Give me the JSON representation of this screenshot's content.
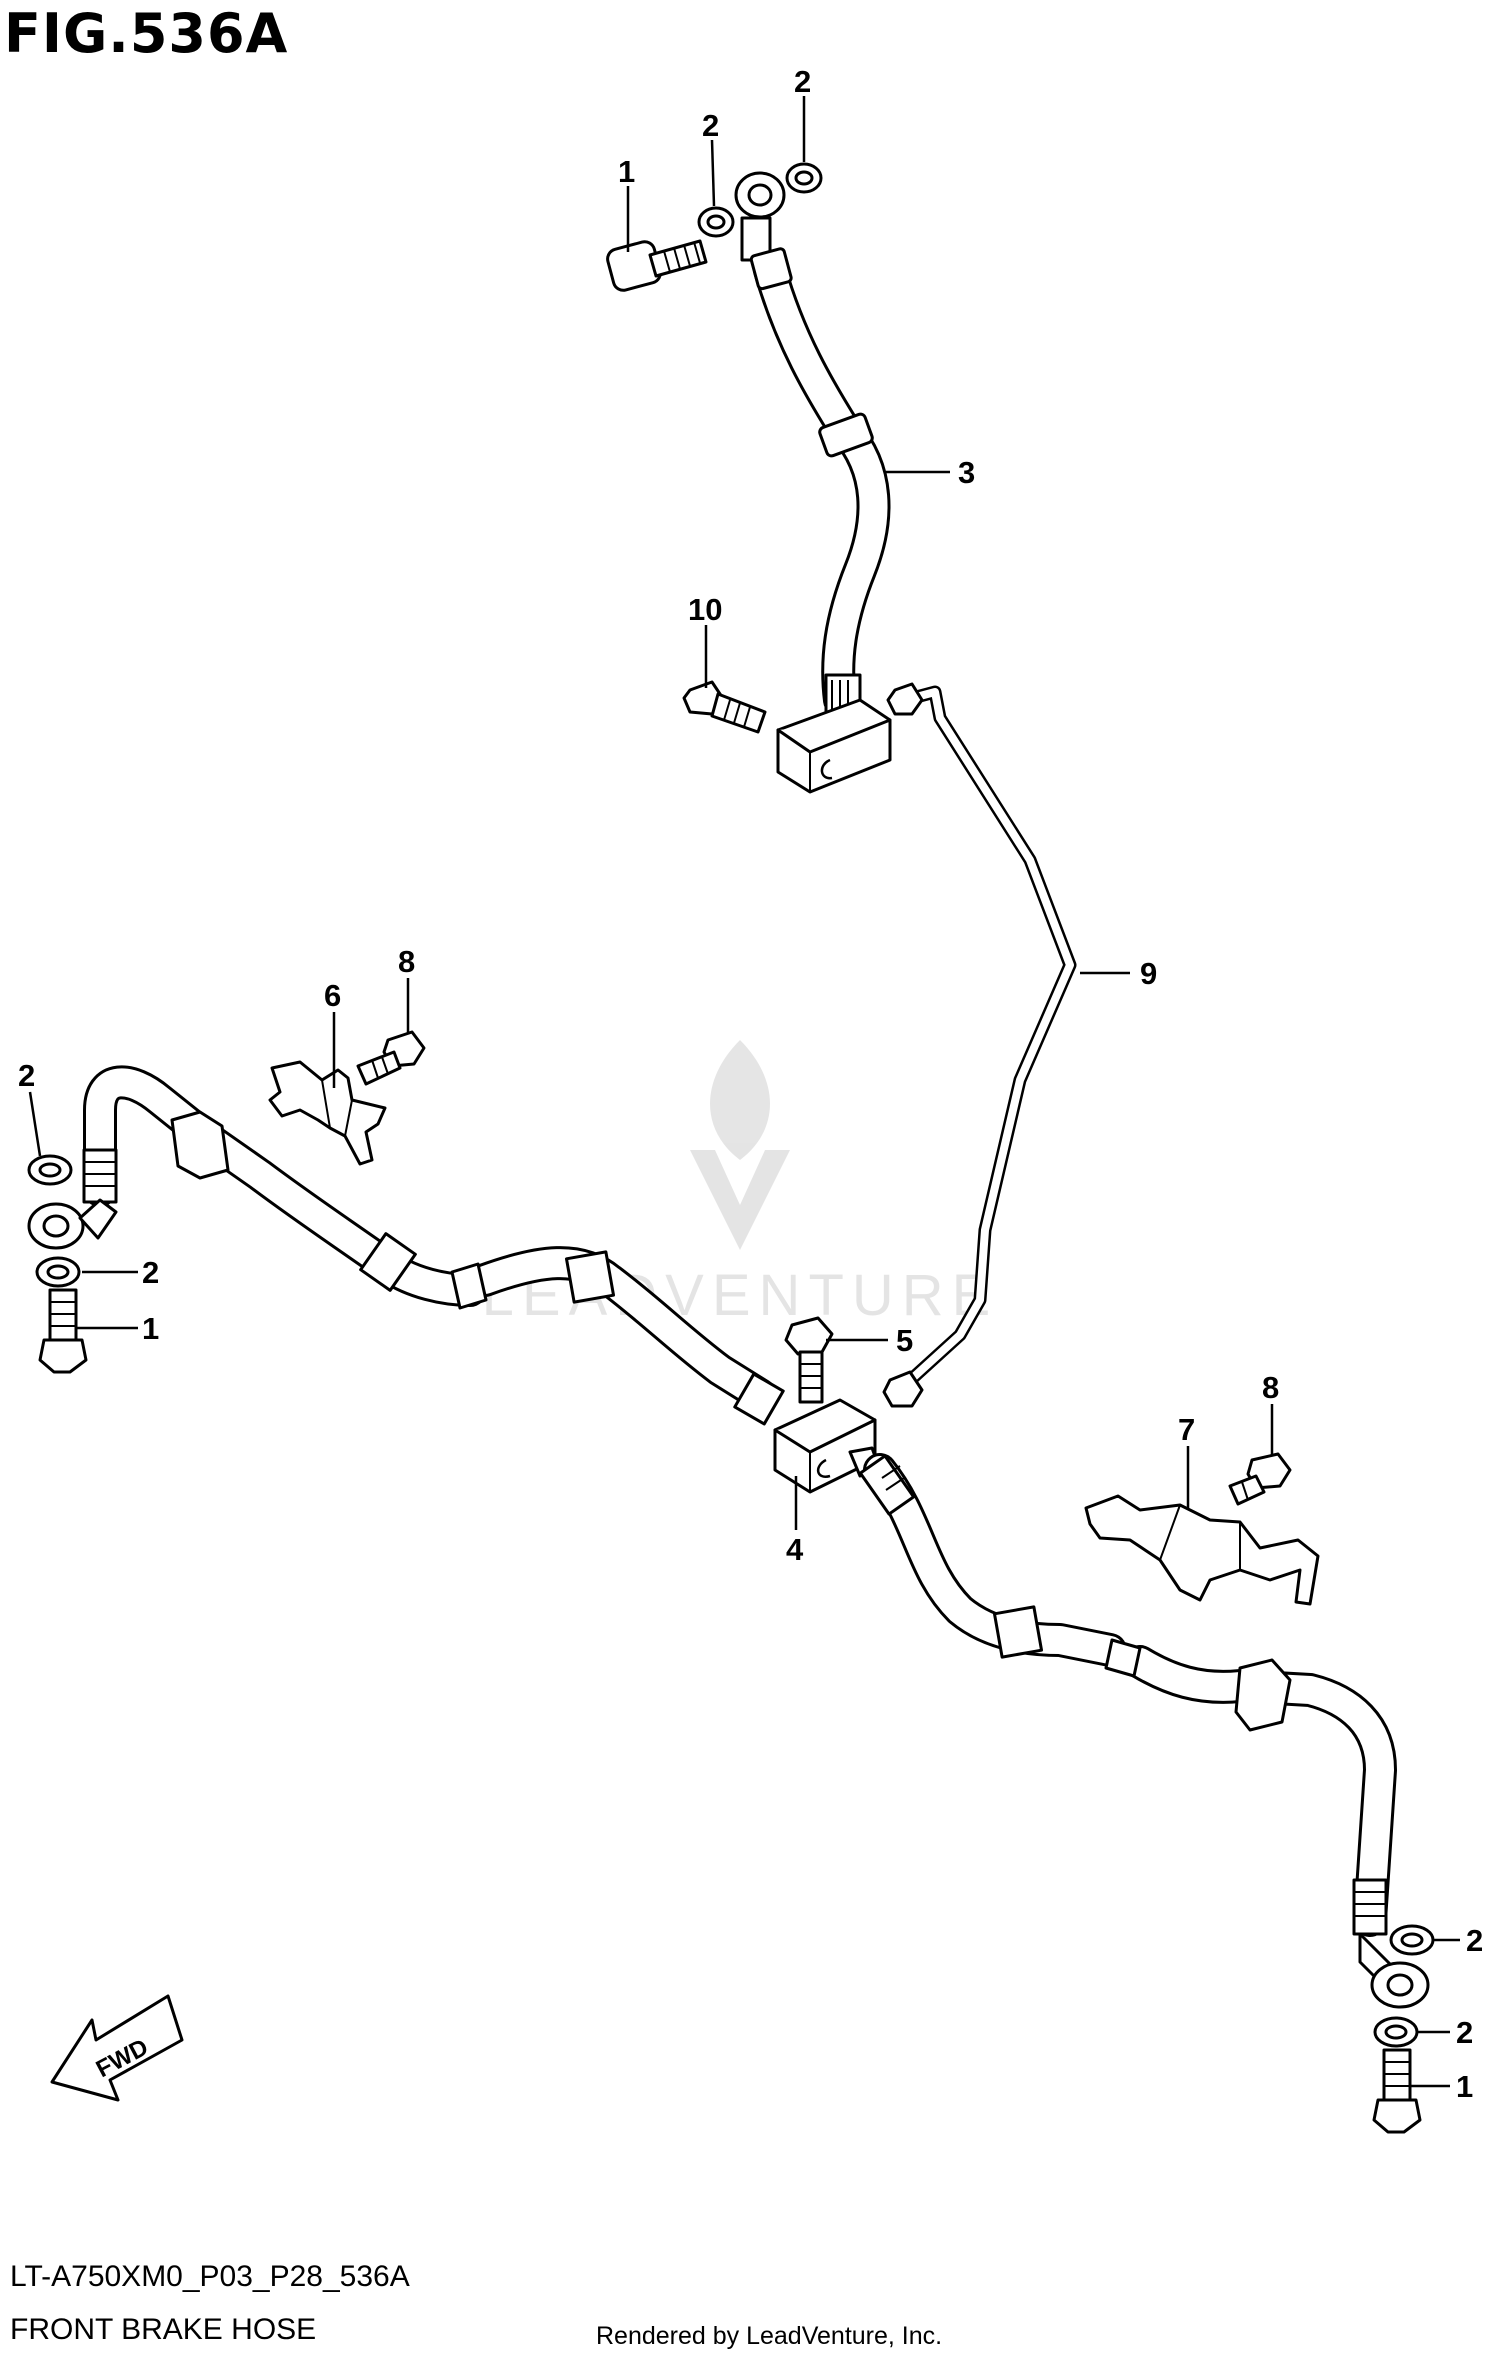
{
  "figure": {
    "title": "FIG.536A",
    "code": "LT-A750XM0_P03_P28_536A",
    "name": "FRONT BRAKE HOSE",
    "credit": "Rendered by LeadVenture, Inc.",
    "watermark": "LEADVENTURE",
    "direction_label": "FWD"
  },
  "callouts": [
    {
      "id": "c1-top",
      "label": "1"
    },
    {
      "id": "c2-top-a",
      "label": "2"
    },
    {
      "id": "c2-top-b",
      "label": "2"
    },
    {
      "id": "c3",
      "label": "3"
    },
    {
      "id": "c10",
      "label": "10"
    },
    {
      "id": "c9",
      "label": "9"
    },
    {
      "id": "c6",
      "label": "6"
    },
    {
      "id": "c8-left",
      "label": "8"
    },
    {
      "id": "c2-left-a",
      "label": "2"
    },
    {
      "id": "c2-left-b",
      "label": "2"
    },
    {
      "id": "c1-left",
      "label": "1"
    },
    {
      "id": "c5",
      "label": "5"
    },
    {
      "id": "c4",
      "label": "4"
    },
    {
      "id": "c7",
      "label": "7"
    },
    {
      "id": "c8-right",
      "label": "8"
    },
    {
      "id": "c2-right-a",
      "label": "2"
    },
    {
      "id": "c2-right-b",
      "label": "2"
    },
    {
      "id": "c1-right",
      "label": "1"
    }
  ]
}
